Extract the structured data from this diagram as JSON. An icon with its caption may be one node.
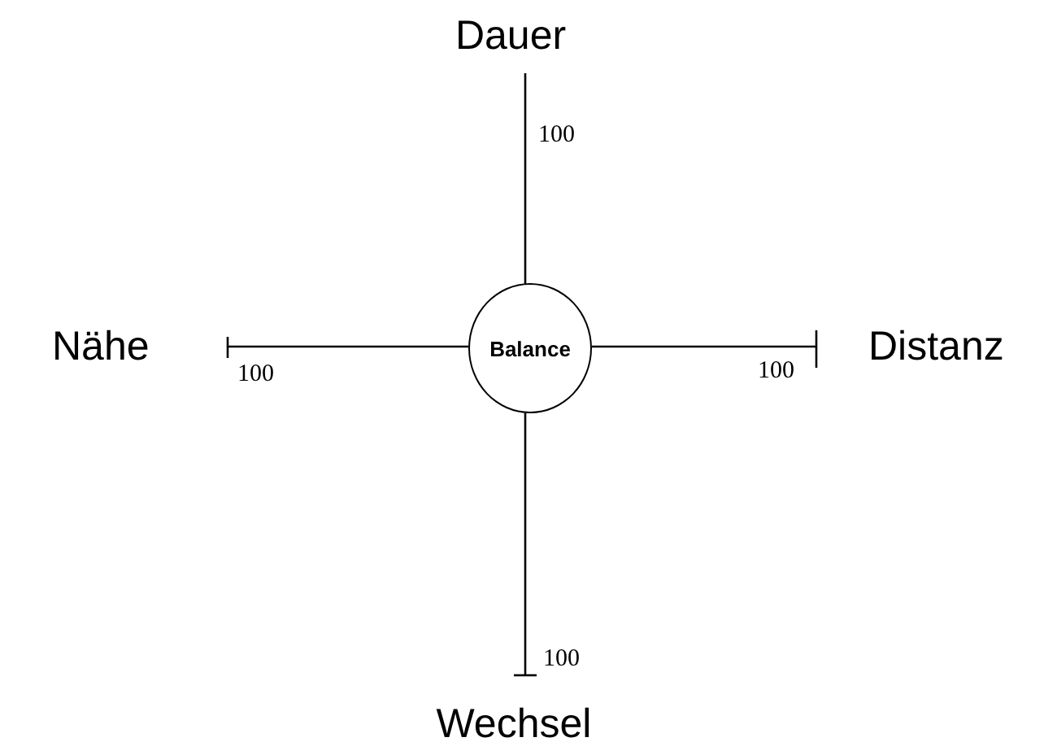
{
  "diagram": {
    "nodes": [
      {
        "text": [
          "Balance"
        ]
      }
    ],
    "labels": [
      "Dauer",
      "100",
      "Nähe",
      "Distanz",
      "100",
      "100",
      "100",
      "Wechsel"
    ]
  }
}
